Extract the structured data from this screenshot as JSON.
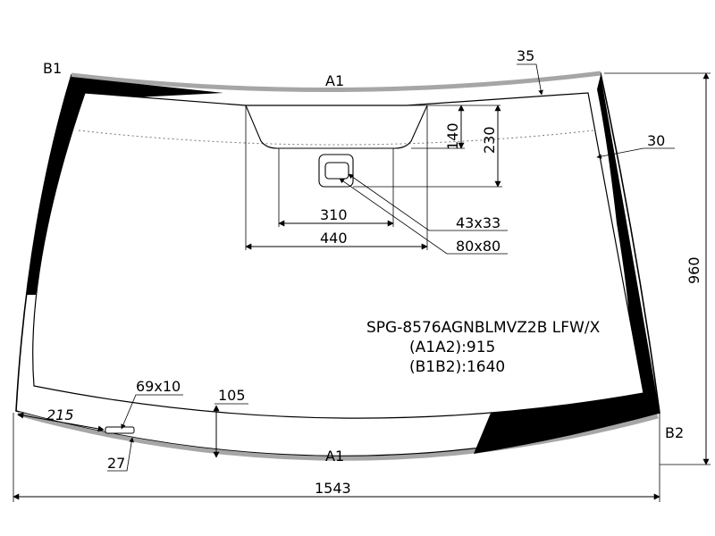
{
  "corners": {
    "b1": "B1",
    "b2": "B2",
    "a1_top": "A1",
    "a1_bottom": "A1"
  },
  "dimensions": {
    "d35": "35",
    "d30": "30",
    "d140": "140",
    "d230": "230",
    "d310": "310",
    "d440": "440",
    "d43x33": "43x33",
    "d80x80": "80x80",
    "d69x10": "69x10",
    "d105": "105",
    "d215": "215",
    "d27": "27",
    "d960": "960",
    "d1543": "1543"
  },
  "info": {
    "code": "SPG-8576AGNBLMVZ2B LFW/X",
    "a1a2": "(A1A2):915",
    "b1b2": "(B1B2):1640"
  },
  "colors": {
    "outline": "#000000",
    "trim": "#a6a6a6",
    "ceramic": "#000000",
    "background": "#ffffff"
  }
}
